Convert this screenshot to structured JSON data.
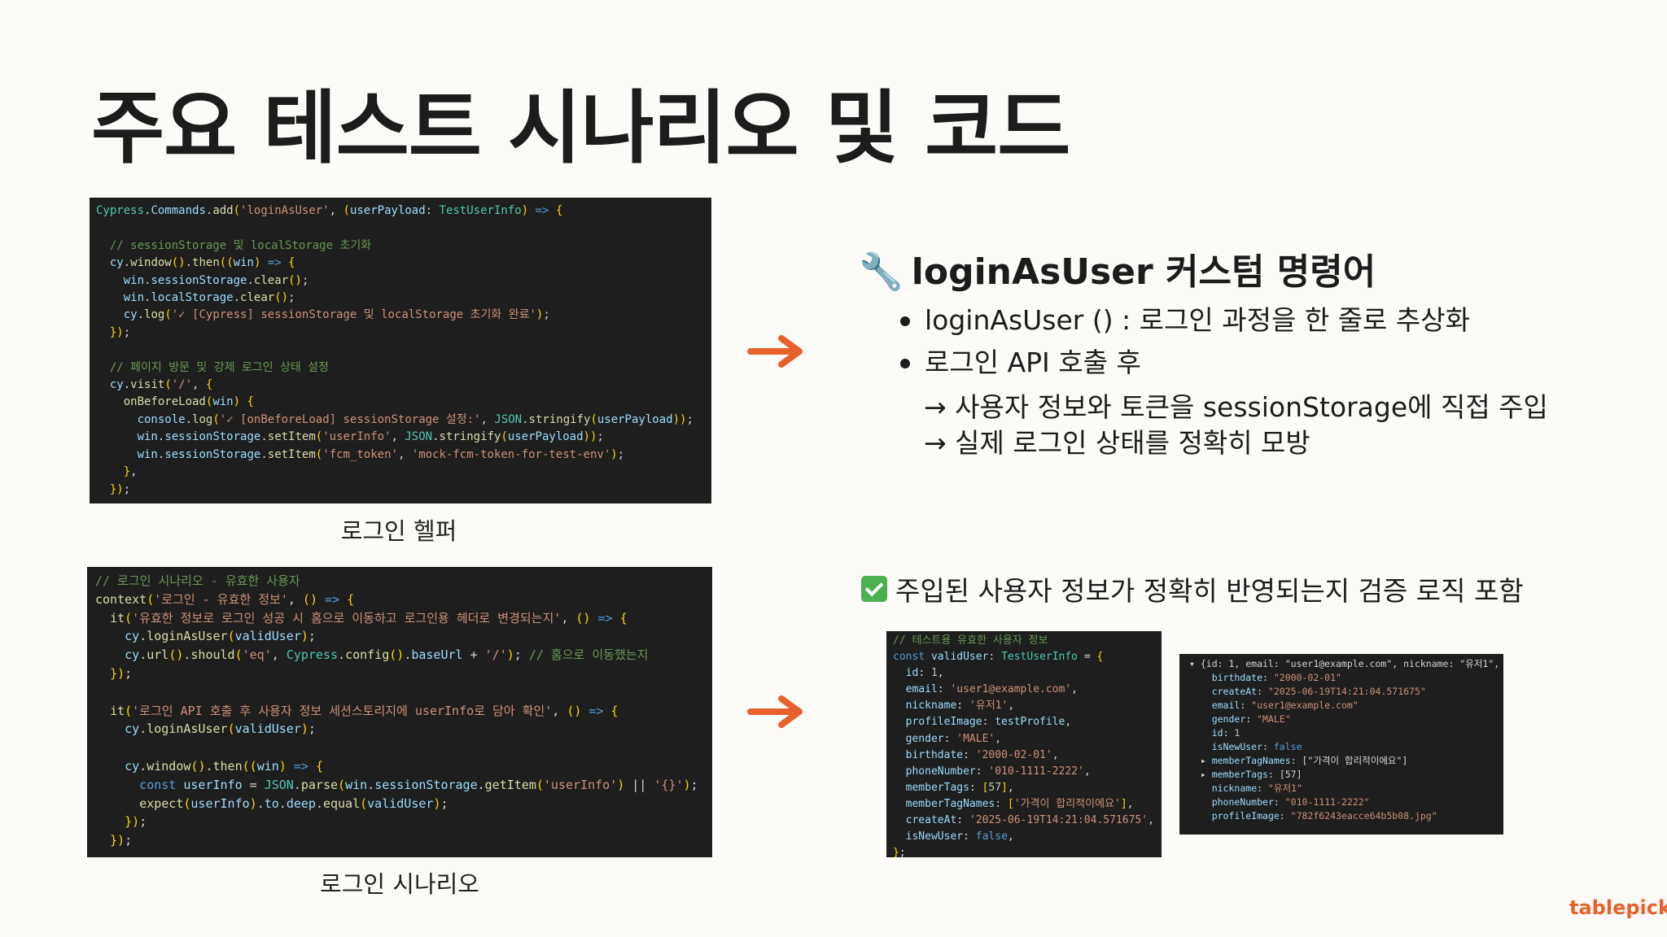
{
  "title": "주요 테스트 시나리오 및 코드",
  "captions": {
    "helper": "로그인 헬퍼",
    "scenario": "로그인 시나리오"
  },
  "helper_code": [
    "Cypress.Commands.add('loginAsUser', (userPayload: TestUserInfo) => {",
    "",
    "  // sessionStorage 및 localStorage 초기화",
    "  cy.window().then((win) => {",
    "    win.sessionStorage.clear();",
    "    win.localStorage.clear();",
    "    cy.log('✓ [Cypress] sessionStorage 및 localStorage 초기화 완료');",
    "  });",
    "",
    "  // 페이지 방문 및 강제 로그인 상태 설정",
    "  cy.visit('/', {",
    "    onBeforeLoad(win) {",
    "      console.log('✓ [onBeforeLoad] sessionStorage 설정:', JSON.stringify(userPayload));",
    "      win.sessionStorage.setItem('userInfo', JSON.stringify(userPayload));",
    "      win.sessionStorage.setItem('fcm_token', 'mock-fcm-token-for-test-env');",
    "    },",
    "  });"
  ],
  "scenario_code": [
    "// 로그인 시나리오 - 유효한 사용자",
    "context('로그인 - 유효한 정보', () => {",
    "  it('유효한 정보로 로그인 성공 시 홈으로 이동하고 로그인용 헤더로 변경되는지', () => {",
    "    cy.loginAsUser(validUser);",
    "    cy.url().should('eq', Cypress.config().baseUrl + '/'); // 홈으로 이동했는지",
    "  });",
    "",
    "  it('로그인 API 호출 후 사용자 정보 세션스토리지에 userInfo로 담아 확인', () => {",
    "    cy.loginAsUser(validUser);",
    "",
    "    cy.window().then((win) => {",
    "      const userInfo = JSON.parse(win.sessionStorage.getItem('userInfo') || '{}');",
    "      expect(userInfo).to.deep.equal(validUser);",
    "    });",
    "  });"
  ],
  "user_code": [
    "// 테스트용 유효한 사용자 정보",
    "const validUser: TestUserInfo = {",
    "  id: 1,",
    "  email: 'user1@example.com',",
    "  nickname: '유저1',",
    "  profileImage: testProfile,",
    "  gender: 'MALE',",
    "  birthdate: '2000-02-01',",
    "  phoneNumber: '010-1111-2222',",
    "  memberTags: [57],",
    "  memberTagNames: ['가격이 합리적이에요'],",
    "  createAt: '2025-06-19T14:21:04.571675',",
    "  isNewUser: false,",
    "};"
  ],
  "console_output": [
    "▾ {id: 1, email: \"user1@example.com\", nickname: \"유저1\",",
    "    birthdate: \"2000-02-01\"",
    "    createAt: \"2025-06-19T14:21:04.571675\"",
    "    email: \"user1@example.com\"",
    "    gender: \"MALE\"",
    "    id: 1",
    "    isNewUser: false",
    "  ▸ memberTagNames: [\"가격이 합리적이에요\"]",
    "  ▸ memberTags: [57]",
    "    nickname: \"유저1\"",
    "    phoneNumber: \"010-1111-2222\"",
    "    profileImage: \"782f6243eacce64b5b08.jpg\""
  ],
  "section": {
    "icon": "🔧",
    "title": "loginAsUser 커스텀 명령어",
    "bullets": [
      "loginAsUser () : 로그인 과정을 한 줄로 추상화",
      "로그인 API 호출 후"
    ],
    "subpoints": [
      "→ 사용자 정보와 토큰을 sessionStorage에 직접 주입",
      "→ 실제 로그인 상태를 정확히 모방"
    ]
  },
  "check_note": "주입된 사용자 정보가 정확히 반영되는지 검증 로직 포함",
  "logo": "tablepick",
  "colors": {
    "arrow": "#e8612c",
    "check": "#4caf50",
    "code_bg": "#1e1e1e"
  }
}
